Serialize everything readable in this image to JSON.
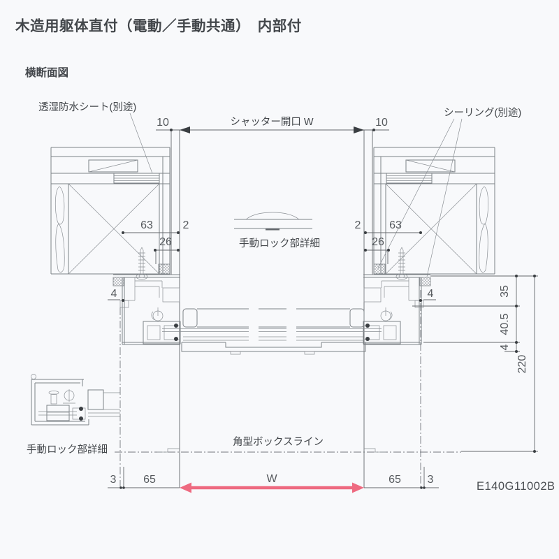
{
  "header": {
    "title": "木造用躯体直付（電動／手動共通）　内部付",
    "section": "横断面図"
  },
  "annotations": {
    "sheet_label": "透湿防水シート(別途)",
    "sealing_label": "シーリング(別途)",
    "opening_label": "シャッター開口 W",
    "lock_detail_top_label": "手動ロック部詳細",
    "lock_detail_bottom_label": "手動ロック部詳細",
    "box_line_label": "角型ボックスライン",
    "drawing_code": "E140G11002B"
  },
  "dims": {
    "top_left_10": "10",
    "top_right_10": "10",
    "left_63": "63",
    "left_2": "2",
    "left_26": "26",
    "left_4": "4",
    "right_63": "63",
    "right_2": "2",
    "right_26": "26",
    "right_4": "4",
    "side_35": "35",
    "side_40_5": "40.5",
    "side_4": "4",
    "side_220": "220",
    "bottom_left_3": "3",
    "bottom_left_65": "65",
    "bottom_W": "W",
    "bottom_right_65": "65",
    "bottom_right_3": "3"
  },
  "colors": {
    "background": "#f8f9fb",
    "drawing_line": "#7d8287",
    "dimension_line": "#63676b",
    "text": "#43474b",
    "accent_red": "#ee6a80"
  }
}
